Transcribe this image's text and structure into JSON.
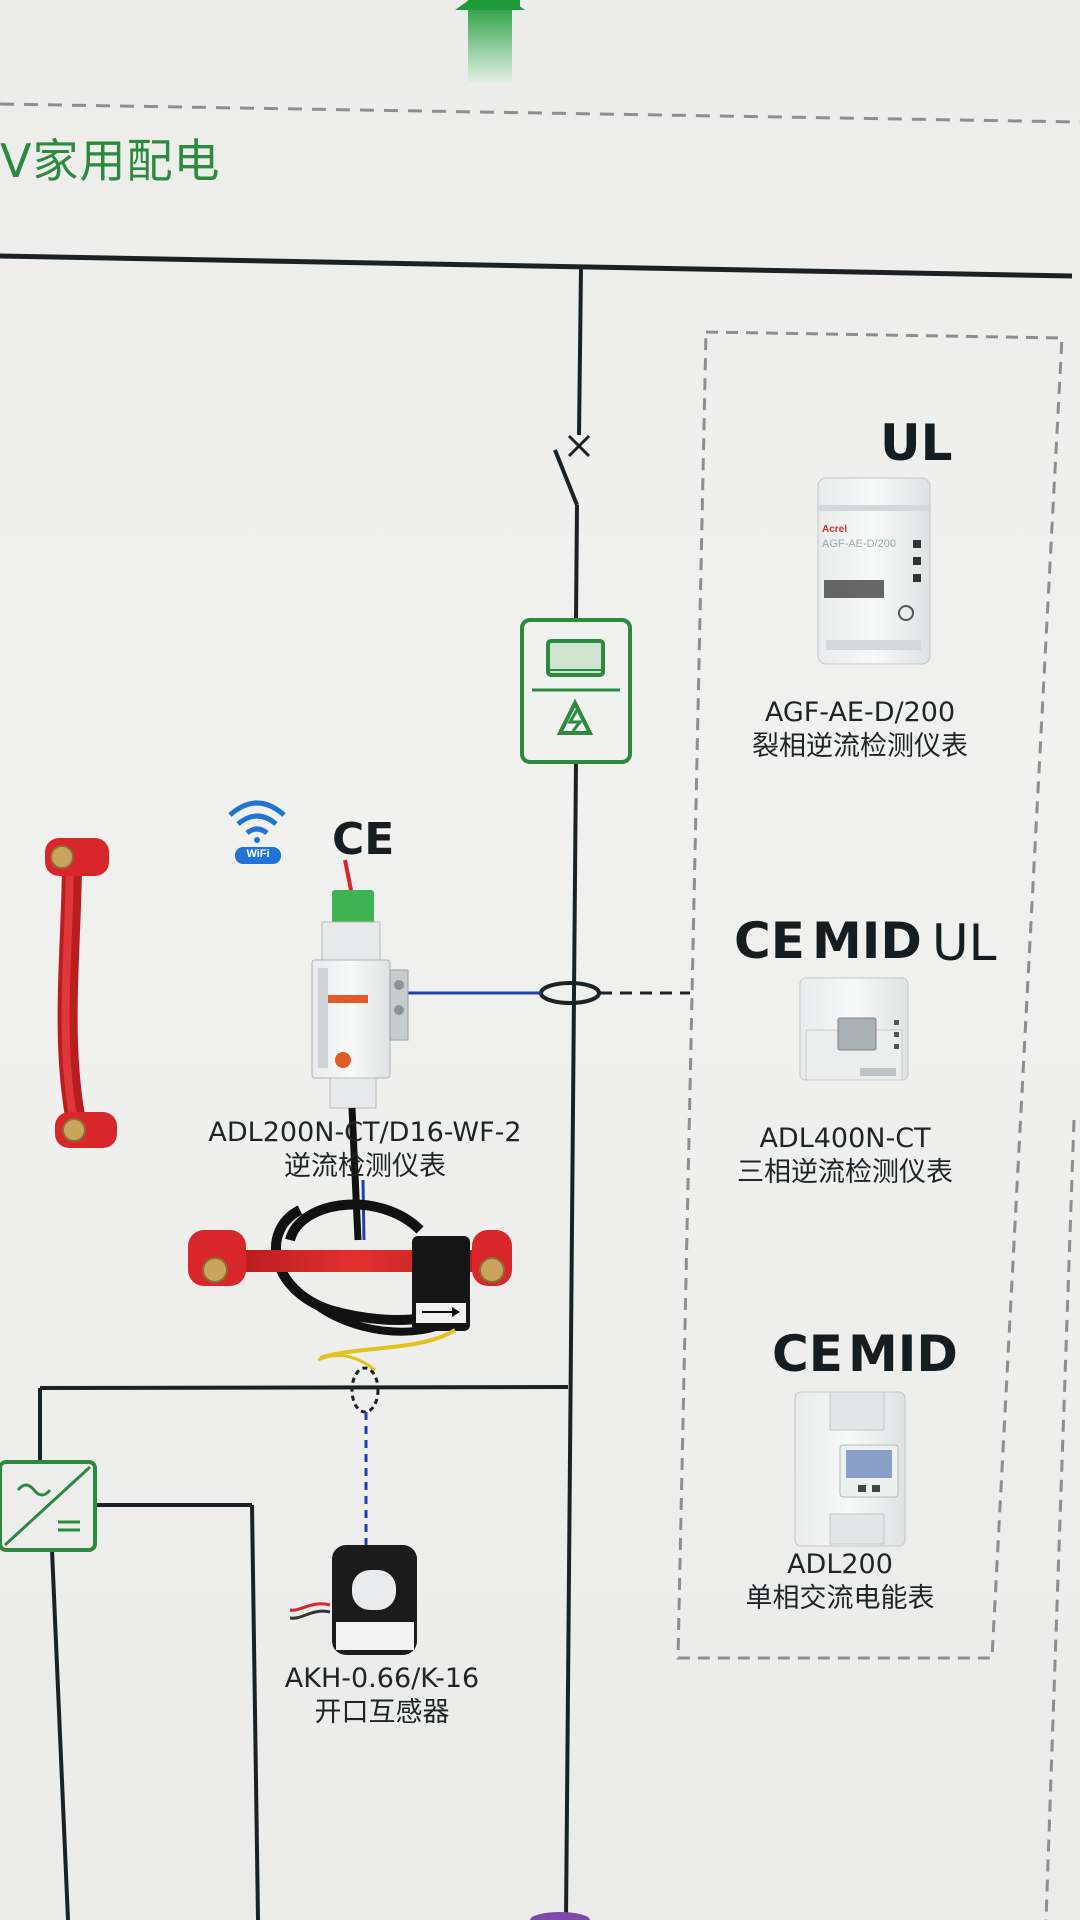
{
  "board": {
    "title": "V家用配电"
  },
  "devices": {
    "agf": {
      "certs": [
        "UL"
      ],
      "model": "AGF-AE-D/200",
      "name": "裂相逆流检测仪表",
      "face_brand": "Acrel",
      "face_model": "AGF-AE-D/200"
    },
    "adl400": {
      "certs": [
        "CE",
        "MID",
        "UL"
      ],
      "model": "ADL400N-CT",
      "name": "三相逆流检测仪表"
    },
    "adl200": {
      "certs": [
        "CE",
        "MID"
      ],
      "model": "ADL200",
      "name": "单相交流电能表"
    },
    "adl200n": {
      "certs": [
        "CE"
      ],
      "model": "ADL200N-CT/D16-WF-2",
      "name": "逆流检测仪表",
      "wifi_badge": "WiFi"
    },
    "akh": {
      "model": "AKH-0.66/K-16",
      "name": "开口互感器"
    }
  },
  "colors": {
    "accent_green": "#2b8a3e",
    "line_dark": "#1b2226",
    "dashed_gray": "#8b8f92",
    "signal_blue": "#2340a8",
    "cable_red": "#d8262a",
    "wifi_blue": "#1f74d6"
  }
}
